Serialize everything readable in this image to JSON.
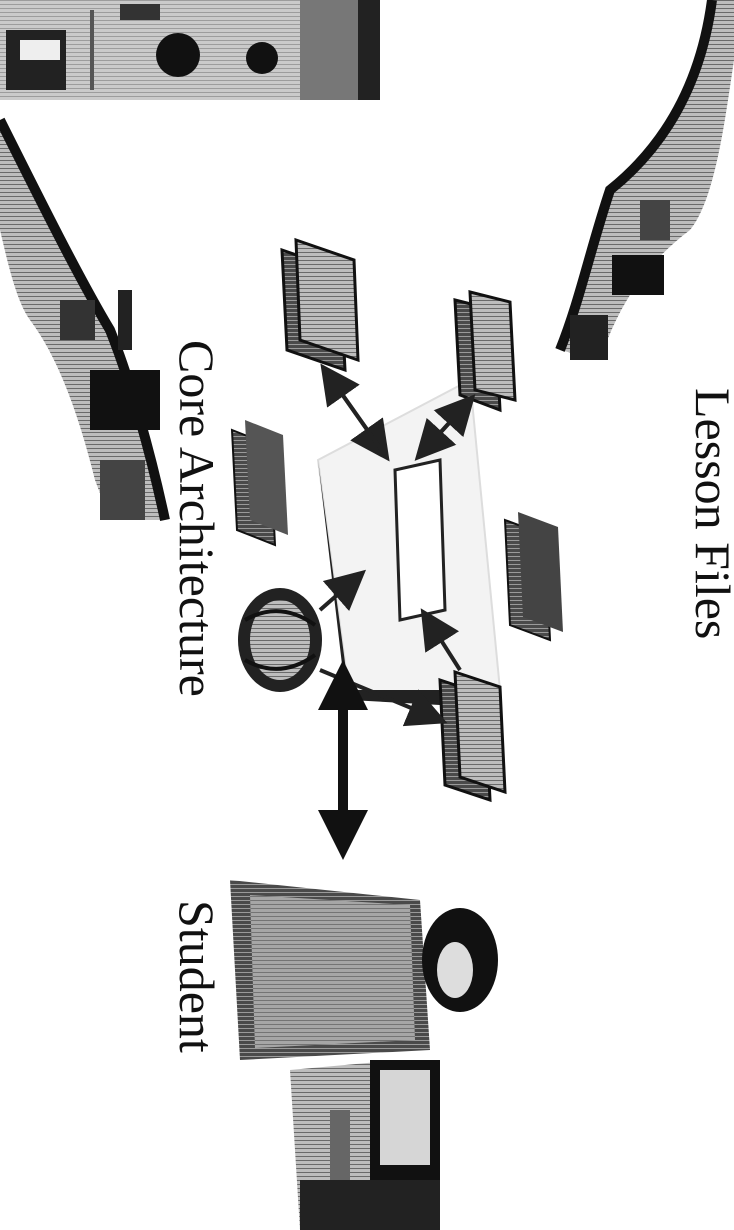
{
  "labels": {
    "lesson_files": "Lesson Files",
    "core_architecture": "Core Architecture",
    "student": "Student"
  },
  "colors": {
    "ink": "#111111",
    "dark_gray": "#3a3a3a",
    "mid_gray": "#8a8a8a",
    "light_gray": "#c8c8c8",
    "background": "#ffffff"
  },
  "icons": [
    "photo-thumbnail-icon",
    "cloud-left-icon",
    "cloud-right-icon",
    "document-stack-icon",
    "globe-icon",
    "double-arrow-icon",
    "student-at-computer-icon"
  ]
}
